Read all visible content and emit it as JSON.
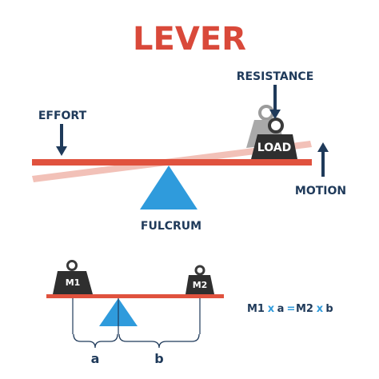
{
  "title": "LEVER",
  "labels": {
    "effort": "EFFORT",
    "resistance": "RESISTANCE",
    "load": "LOAD",
    "motion": "MOTION",
    "fulcrum": "FULCRUM"
  },
  "lower": {
    "m1": "M1",
    "m2": "M2",
    "a": "a",
    "b": "b",
    "equation": {
      "m1": "M1",
      "x1": "x",
      "a": "a",
      "eq": "=",
      "m2": "M2",
      "x2": "x",
      "b": "b"
    }
  },
  "colors": {
    "title": "#d9493a",
    "beam": "#e0523e",
    "beam_shadow": "#f2c1b8",
    "fulcrum": "#2f9bdc",
    "dark": "#1f3a5a",
    "weight": "#3a3a3a",
    "weight_shadow": "#9b9b9b"
  }
}
